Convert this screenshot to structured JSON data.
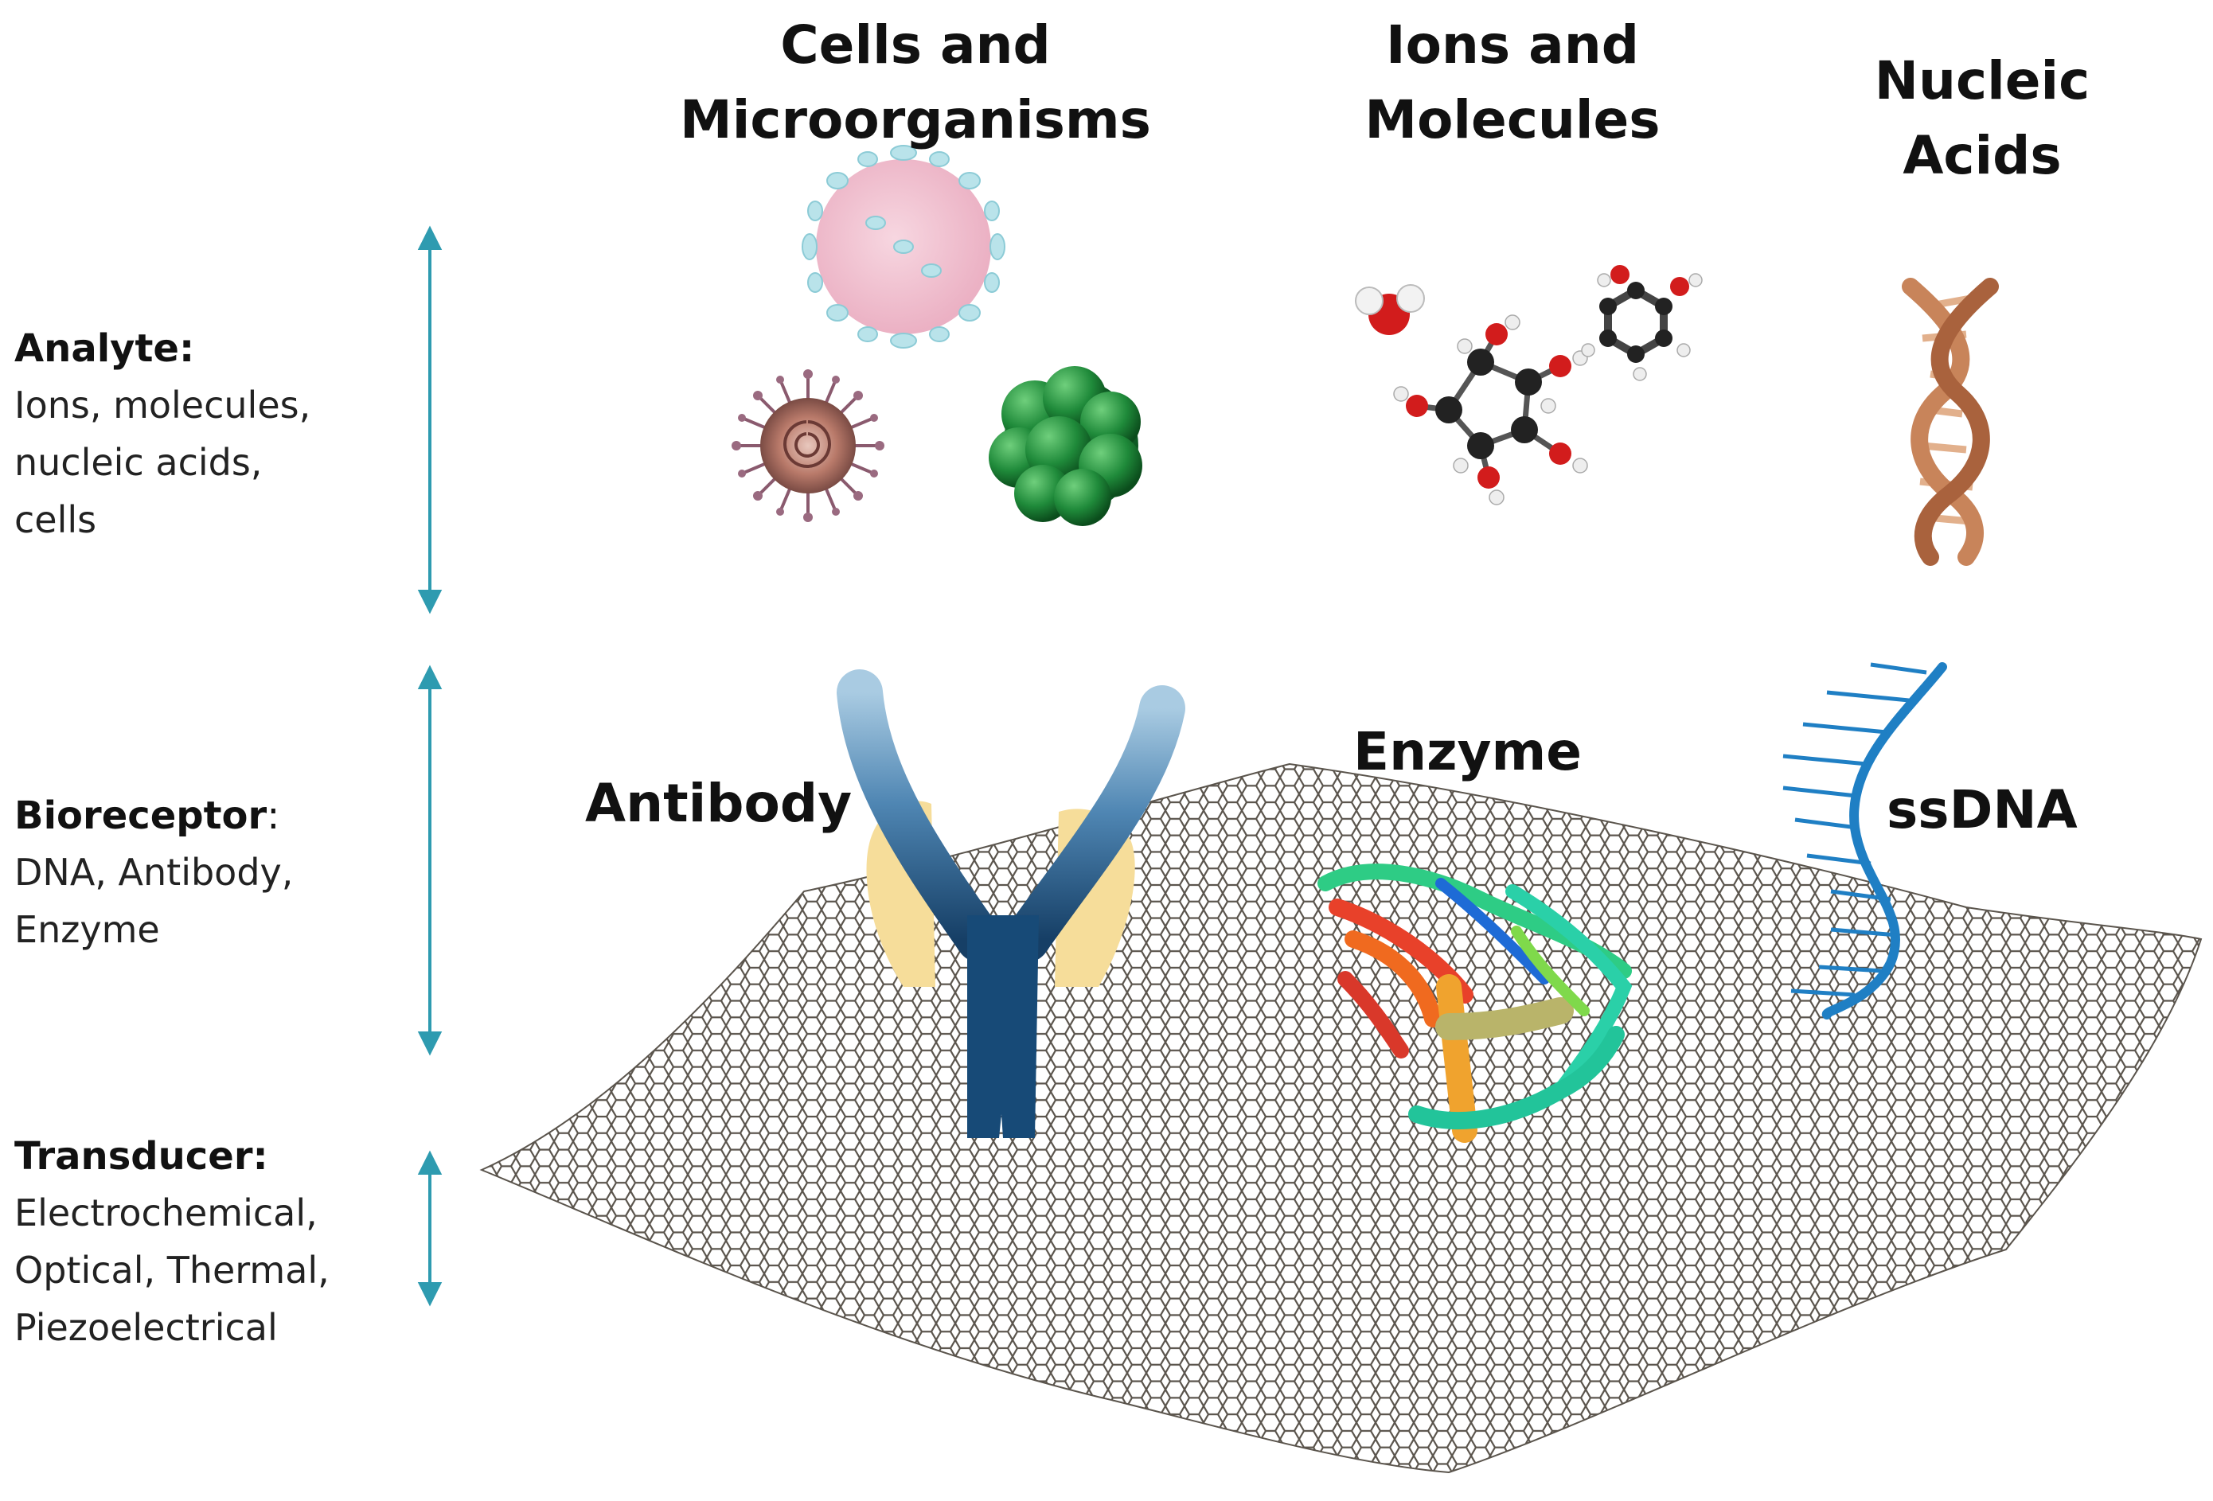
{
  "categories": {
    "cells": {
      "line1": "Cells and",
      "line2": "Microorganisms"
    },
    "ions": {
      "line1": "Ions and",
      "line2": "Molecules"
    },
    "nucleic": {
      "line1": "Nucleic",
      "line2": "Acids"
    }
  },
  "side": {
    "analyte": {
      "title": "Analyte:",
      "lines": [
        "Ions, molecules,",
        "nucleic acids,",
        "cells"
      ]
    },
    "bioreceptor": {
      "title": "Bioreceptor",
      "colon": ":",
      "lines": [
        "DNA, Antibody,",
        "Enzyme"
      ]
    },
    "transducer": {
      "title": "Transducer:",
      "lines": [
        "Electrochemical,",
        "Optical, Thermal,",
        "Piezoelectrical"
      ]
    }
  },
  "receptors": {
    "antibody": "Antibody",
    "enzyme": "Enzyme",
    "ssdna": "ssDNA"
  },
  "colors": {
    "arrow": "#2e9bb0",
    "graphene": "#5a544c",
    "antibody_light": "#7fb0d2",
    "antibody_dark": "#1b4f7a",
    "antibody_fab": "#f6dd9a",
    "ssdna": "#1f7fc4",
    "dna_helix": "#c8845a"
  }
}
